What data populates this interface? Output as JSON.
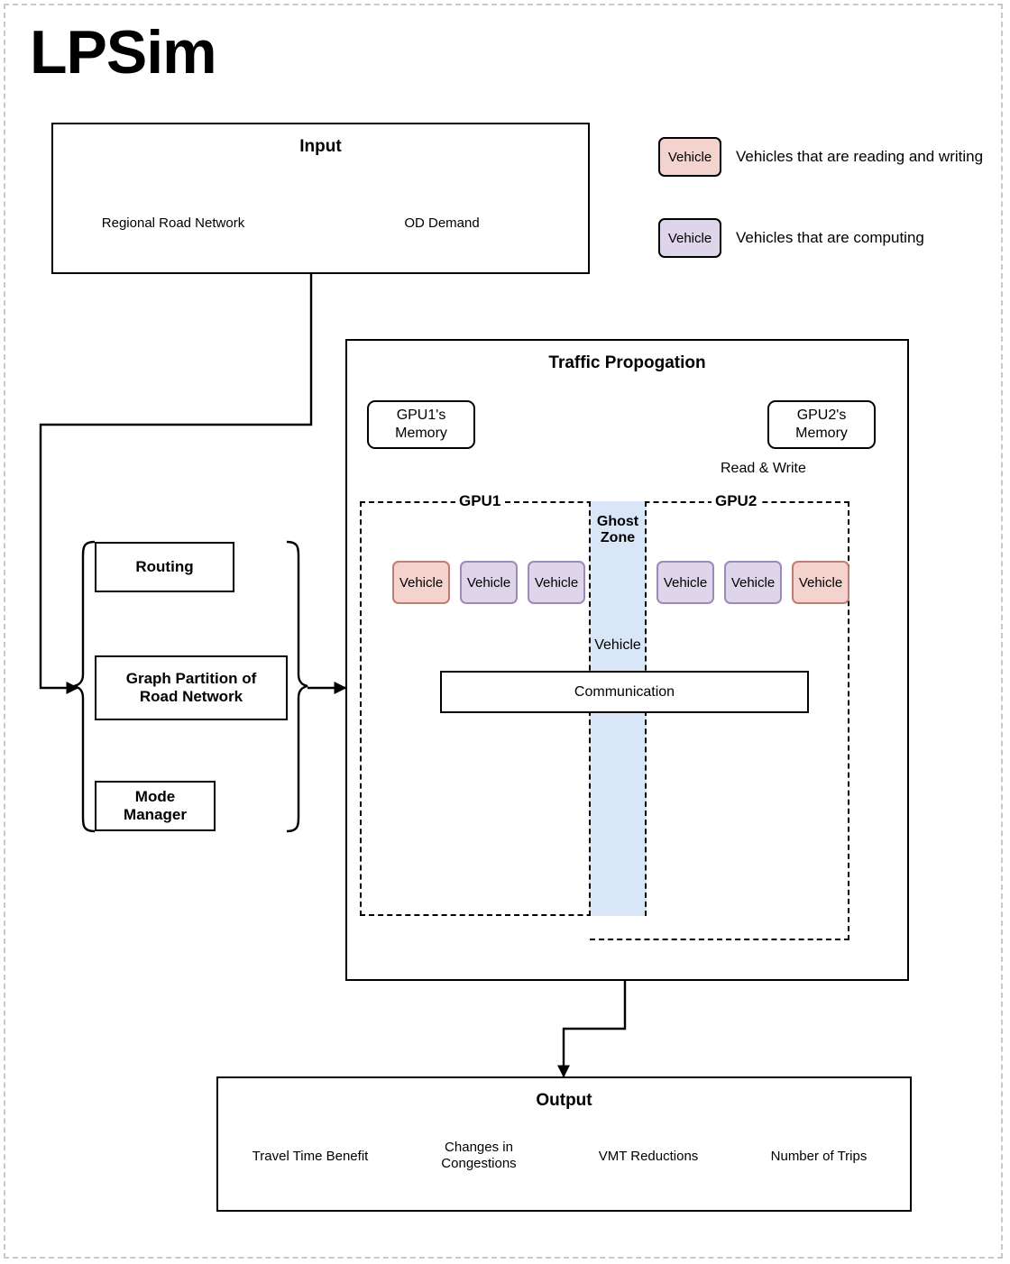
{
  "title": "LPSim",
  "legend": {
    "items": [
      {
        "chip": "Vehicle",
        "text": "Vehicles that are reading and writing",
        "style": "read"
      },
      {
        "chip": "Vehicle",
        "text": "Vehicles that are computing",
        "style": "compute"
      }
    ]
  },
  "input": {
    "heading": "Input",
    "cylinders": [
      "Regional Road Network",
      "OD Demand"
    ]
  },
  "modules": {
    "routing": "Routing",
    "graph_partition": "Graph Partition of\nRoad Network",
    "graph_partition_line1": "Graph Partition of",
    "graph_partition_line2": "Road Network",
    "mode_manager_line1": "Mode",
    "mode_manager_line2": "Manager"
  },
  "traffic": {
    "heading": "Traffic Propogation",
    "gpu1_memory_line1": "GPU1's",
    "gpu1_memory_line2": "Memory",
    "gpu2_memory_line1": "GPU2's",
    "gpu2_memory_line2": "Memory",
    "read_write_label": "Read & Write",
    "gpu1_label": "GPU1",
    "gpu2_label": "GPU2",
    "ghost_zone_line1": "Ghost",
    "ghost_zone_line2": "Zone",
    "vehicle_transfer_label": "Vehicle",
    "communication": "Communication",
    "gpu1_vehicles": [
      {
        "label": "Vehicle",
        "style": "read"
      },
      {
        "label": "Vehicle",
        "style": "compute"
      },
      {
        "label": "Vehicle",
        "style": "compute"
      }
    ],
    "gpu2_vehicles": [
      {
        "label": "Vehicle",
        "style": "compute"
      },
      {
        "label": "Vehicle",
        "style": "compute"
      },
      {
        "label": "Vehicle",
        "style": "read"
      }
    ]
  },
  "output": {
    "heading": "Output",
    "cylinders": [
      {
        "line1": "Travel Time Benefit",
        "line2": ""
      },
      {
        "line1": "Changes in",
        "line2": "Congestions"
      },
      {
        "line1": "VMT Reductions",
        "line2": ""
      },
      {
        "line1": "Number of Trips",
        "line2": ""
      }
    ]
  },
  "colors": {
    "vehicle_read_fill": "#f4d3cf",
    "vehicle_read_border": "#bf7d76",
    "vehicle_compute_fill": "#ded5ea",
    "vehicle_compute_border": "#9c8abb",
    "ghost_zone_fill": "#d9e6f7",
    "stroke": "#000000",
    "page_border": "#c9c9c9"
  }
}
